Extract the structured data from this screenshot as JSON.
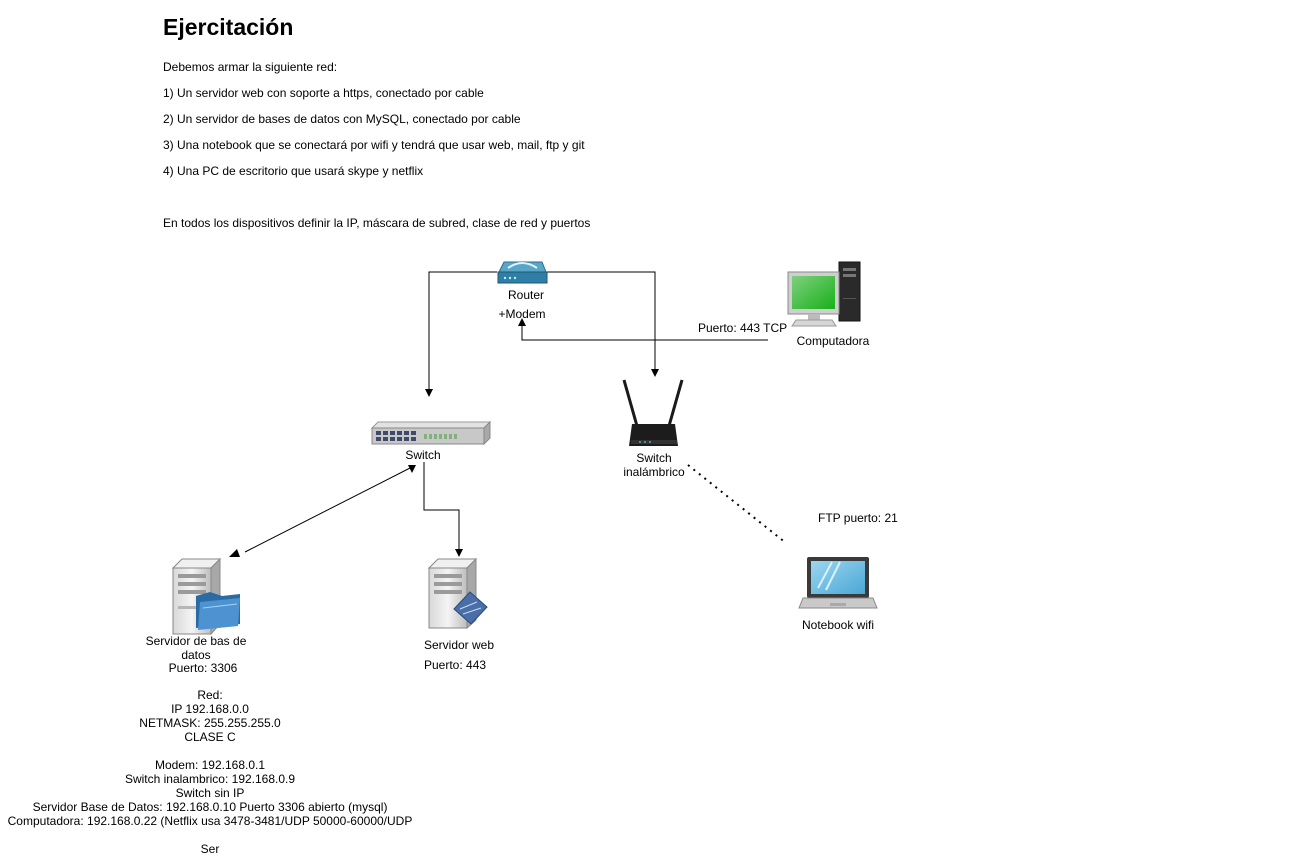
{
  "title": "Ejercitación",
  "intro": "Debemos armar la siguiente red:",
  "items": [
    "1) Un servidor web con soporte a https, conectado por cable",
    "2) Un servidor de bases de datos con MySQL, conectado por cable",
    "3) Una notebook que se conectará por wifi y tendrá que usar web, mail, ftp y git",
    "4) Una PC de escritorio que usará skype y netflix"
  ],
  "instruction": "En todos los dispositivos definir la IP, máscara de subred, clase de red y puertos",
  "nodes": {
    "router": {
      "line1": "Router",
      "line2": "+Modem",
      "icon": "router-icon"
    },
    "computer": {
      "label": "Computadora",
      "icon": "desktop-computer-icon"
    },
    "computer_port": "Puerto: 443 TCP",
    "switch": {
      "label": "Switch",
      "icon": "switch-icon"
    },
    "wireless": {
      "line1": "Switch",
      "line2": "inalámbrico",
      "icon": "wireless-router-icon"
    },
    "ftp_port": "FTP puerto: 21",
    "notebook": {
      "label": "Notebook wifi",
      "icon": "laptop-icon"
    },
    "db_server": {
      "line1": "Servidor de bas de",
      "line2": "datos",
      "port": "Puerto: 3306",
      "icon": "database-server-icon"
    },
    "web_server": {
      "label": "Servidor web",
      "port": "Puerto: 443",
      "icon": "web-server-icon"
    }
  },
  "notes": [
    "Red:",
    "IP 192.168.0.0",
    "NETMASK: 255.255.255.0",
    "CLASE C",
    "",
    "Modem: 192.168.0.1",
    "Switch inalambrico: 192.168.0.9",
    "Switch sin IP",
    "Servidor Base de Datos: 192.168.0.10 Puerto 3306 abierto (mysql)",
    "Computadora: 192.168.0.22 (Netflix usa 3478-3481/UDP 50000-60000/UDP",
    "",
    "Ser"
  ]
}
